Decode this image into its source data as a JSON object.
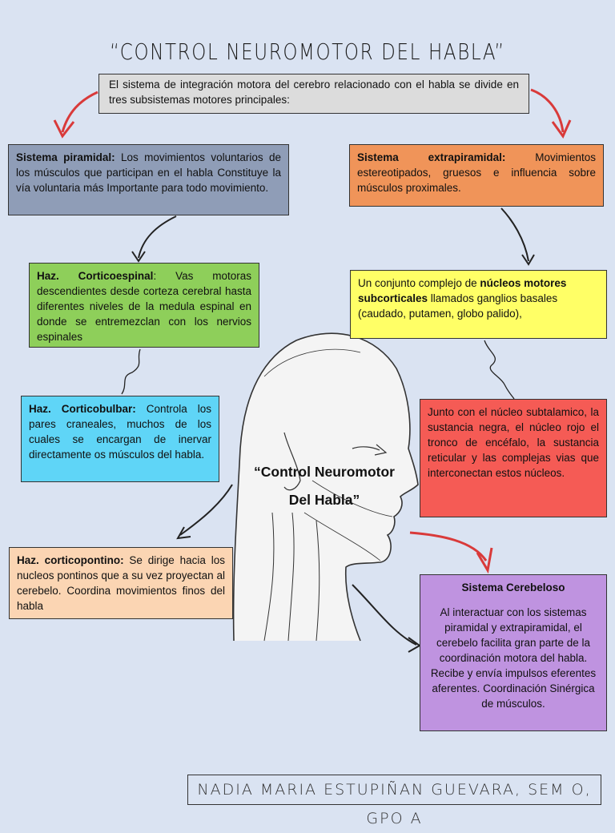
{
  "title": "“CONTROL NEUROMOTOR DEL HABLA”",
  "intro": "El sistema de integración motora del cerebro relacionado con el habla se divide en tres subsistemas motores principales:",
  "piramidal": {
    "heading": "Sistema piramidal:",
    "text": " Los movimientos voluntarios de los músculos que participan en el habla Constituye la vía voluntaria más Importante para todo movimiento."
  },
  "extrapiramidal": {
    "heading": "Sistema extrapiramidal:",
    "text": " Movimientos estereotipados, gruesos e influencia sobre músculos proximales."
  },
  "corticoespinal": {
    "heading": "Haz. Corticoespinal",
    "text": ": Vas motoras descendientes desde corteza cerebral hasta diferentes niveles de la medula espinal en donde se entremezclan con los nervios espinales"
  },
  "nucleos": {
    "pre": "Un conjunto complejo de ",
    "bold": "núcleos motores subcorticales",
    "post": " llamados ganglios basales (caudado, putamen, globo palido),"
  },
  "corticobulbar": {
    "heading": "Haz. Corticobulbar:",
    "text": " Controla los pares craneales, muchos de los cuales se encargan de inervar directamente os músculos del habla."
  },
  "subtalamico": "Junto con el núcleo subtalamico, la sustancia negra, el núcleo rojo el tronco de encéfalo, la sustancia reticular y las complejas vias que interconectan estos núcleos.",
  "corticopontino": {
    "heading": "Haz. corticopontino:",
    "text": " Se dirige hacia los nucleos pontinos que a su vez proyectan al cerebelo. Coordina movimientos finos del habla"
  },
  "cerebeloso": {
    "heading": "Sistema Cerebeloso",
    "text": "Al interactuar con los sistemas piramidal y extrapiramidal, el cerebelo facilita gran parte de la coordinación motora del habla. Recibe y envía impulsos eferentes aferentes. Coordinación Sinérgica de músculos."
  },
  "center_label": {
    "line1": "“Control Neuromotor",
    "line2": "Del Habla”"
  },
  "footer": "NADIA MARIA ESTUPIÑAN GUEVARA, SEM O, GPO A",
  "colors": {
    "background": "#dae3f2",
    "piramidal": "#8f9db7",
    "extrapiramidal": "#f09459",
    "corticoespinal": "#8ecf5a",
    "nucleos": "#ffff66",
    "corticobulbar": "#5fd5f7",
    "subtalamico": "#f55b55",
    "corticopontino": "#fbd5b3",
    "cerebeloso": "#bf93e0",
    "red_arrow": "#d93a3a"
  }
}
